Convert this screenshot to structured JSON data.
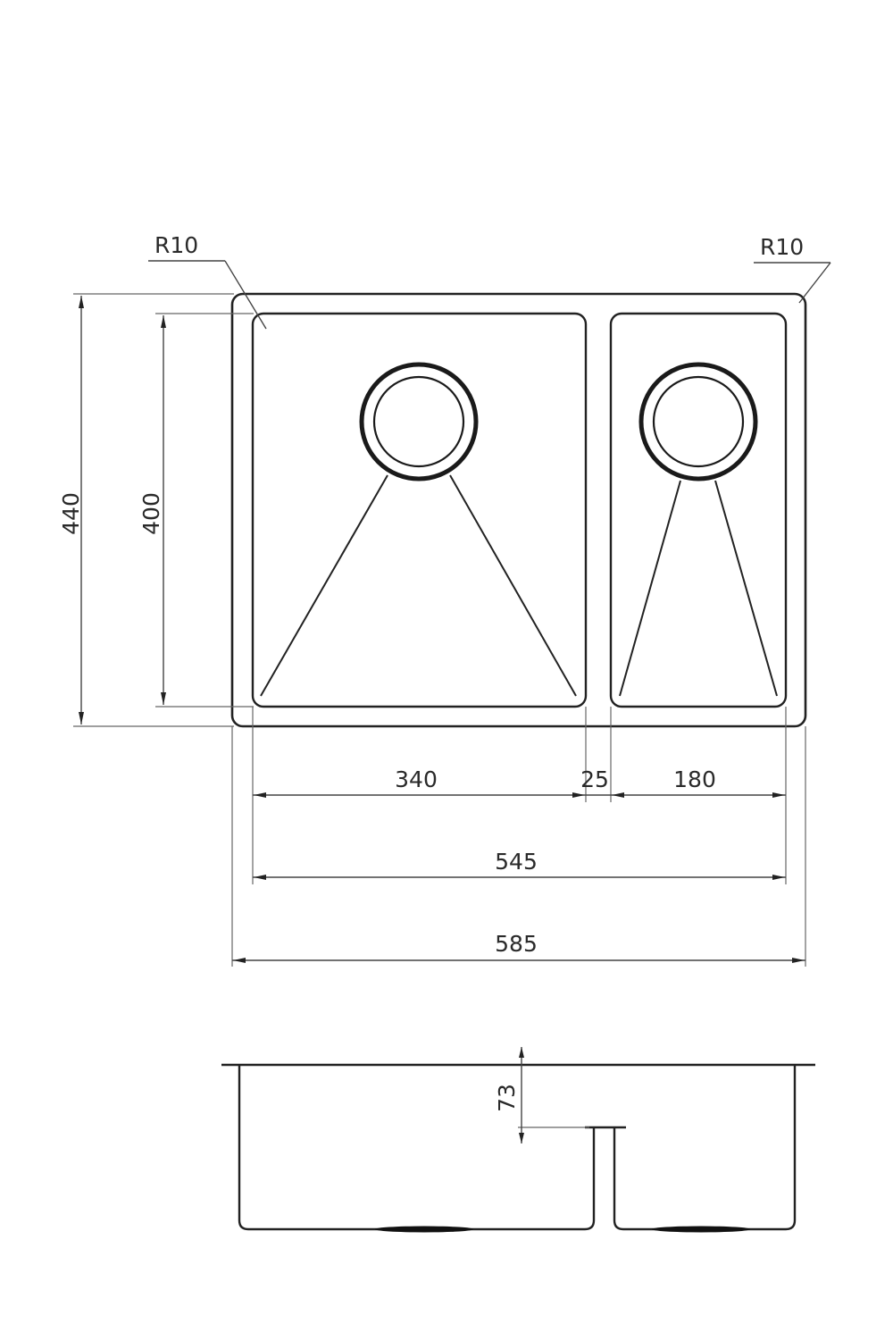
{
  "drawing": {
    "type": "double-bowl undermount sink technical drawing",
    "views": [
      "plan view",
      "section view"
    ],
    "units": "mm",
    "stroke_color": "#222222",
    "background_color": "#ffffff"
  },
  "plan_view": {
    "radius_labels": {
      "left": "R10",
      "right": "R10"
    },
    "vertical_dimensions": {
      "overall_depth": "440",
      "bowl_depth": "400"
    },
    "horizontal_dimensions": {
      "large_bowl_width": "340",
      "divider_width": "25",
      "small_bowl_width": "180",
      "inner_width": "545",
      "overall_width": "585"
    },
    "bowls": [
      {
        "name": "large bowl",
        "drain": "round drain with sloped channel lines"
      },
      {
        "name": "small bowl",
        "drain": "round drain with sloped channel lines"
      }
    ]
  },
  "section_view": {
    "divider_height_label": "73"
  }
}
